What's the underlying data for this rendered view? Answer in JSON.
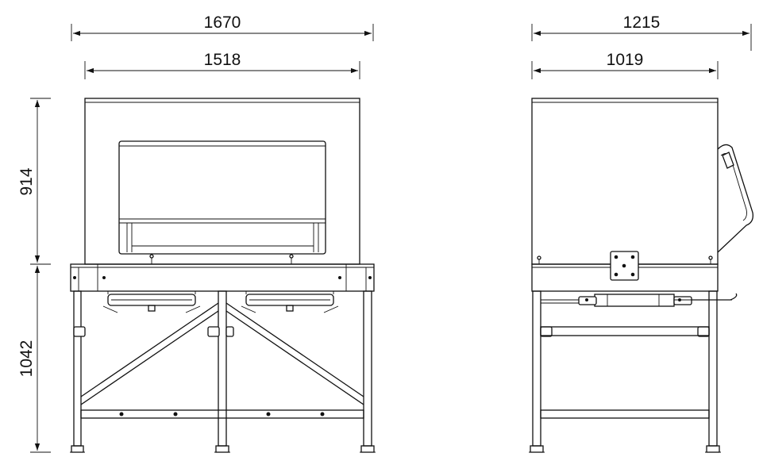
{
  "front_view": {
    "overall_width": "1670",
    "cabinet_width": "1518",
    "cabinet_height": "914",
    "stand_height": "1042"
  },
  "side_view": {
    "overall_depth": "1215",
    "cabinet_depth": "1019"
  },
  "colors": {
    "line": "#111111",
    "background": "#ffffff"
  }
}
